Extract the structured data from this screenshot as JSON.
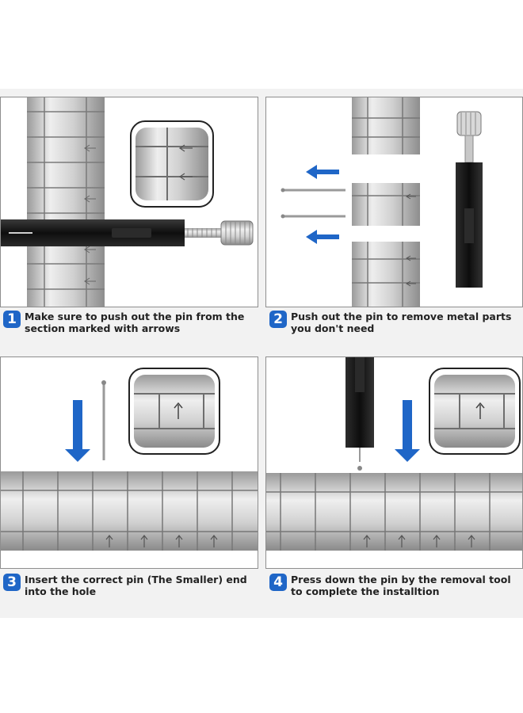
{
  "steps": [
    {
      "number": "1",
      "text": "Make sure to push out the pin from the\nsection marked with arrows"
    },
    {
      "number": "2",
      "text": "Push out the pin to remove metal parts\nyou don't need"
    },
    {
      "number": "3",
      "text": "Insert the correct pin (The Smaller) end\ninto the hole"
    },
    {
      "number": "4",
      "text": "Press down the pin by the removal tool\nto complete the installtion"
    }
  ],
  "colors": {
    "accent_blue": "#1f66c7",
    "tool_black": "#151515",
    "metal_silver": "#c9c9c9"
  },
  "icons": [
    "up-arrow-marking",
    "left-arrow-marking",
    "blue-direction-arrow"
  ]
}
